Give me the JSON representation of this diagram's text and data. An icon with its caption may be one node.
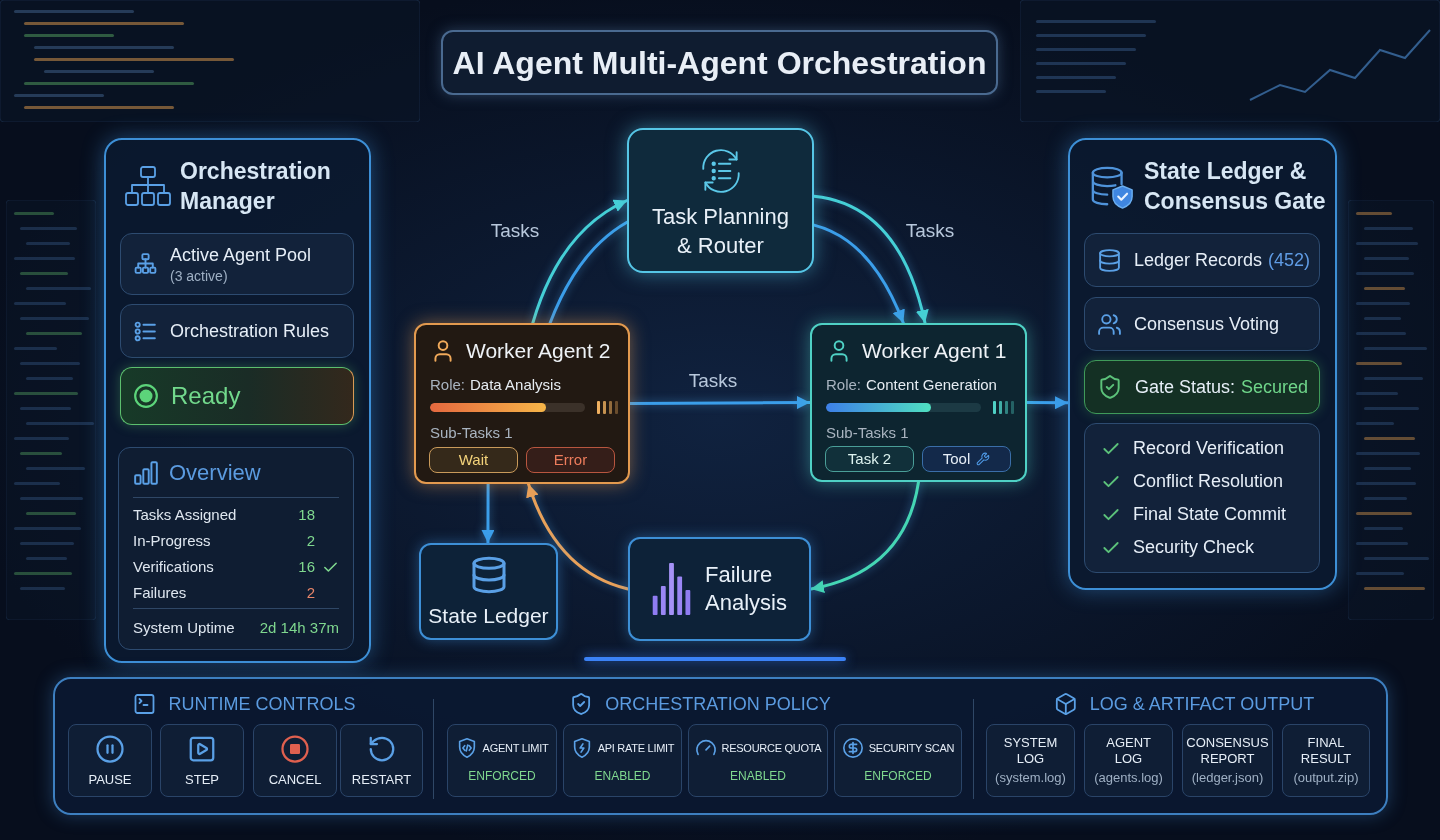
{
  "diagram": {
    "title": "AI Agent Multi-Agent Orchestration",
    "nodes": [
      {
        "text": [
          "Orchestration Manager"
        ]
      },
      {
        "text": [
          "Active Agent Pool",
          "(3 active)"
        ],
        "in": 0
      },
      {
        "text": [
          "Orchestration Rules"
        ],
        "in": 0
      },
      {
        "text": [
          "Ready"
        ],
        "in": 0
      },
      {
        "text": [
          "Overview",
          "Tasks Assigned",
          "18",
          "In-Progress",
          "2",
          "Verifications",
          "16",
          "Failures",
          "2",
          "System Uptime",
          "2d 14h 37m"
        ],
        "in": 0
      },
      {
        "text": [
          "Task Planning & Router"
        ]
      },
      {
        "text": [
          "Worker Agent 2",
          "Role:",
          "Data Analysis",
          "Sub-Tasks 1"
        ]
      },
      {
        "text": [
          "Wait"
        ],
        "in": 6
      },
      {
        "text": [
          "Error"
        ],
        "in": 6
      },
      {
        "text": [
          "Worker Agent 1",
          "Role:",
          "Content Generation",
          "Sub-Tasks 1"
        ]
      },
      {
        "text": [
          "Task 2"
        ],
        "in": 9
      },
      {
        "text": [
          "Tool"
        ],
        "in": 9
      },
      {
        "text": [
          "State Ledger"
        ]
      },
      {
        "text": [
          "Failure Analysis"
        ]
      },
      {
        "text": [
          "State Ledger & Consensus Gate"
        ]
      },
      {
        "text": [
          "Ledger Records",
          "(452)"
        ],
        "in": 14
      },
      {
        "text": [
          "Consensus Voting"
        ],
        "in": 14
      },
      {
        "text": [
          "Gate Status:",
          "Secured"
        ],
        "in": 14
      },
      {
        "text": [
          "Record Verification",
          "Conflict Resolution",
          "Final State Commit",
          "Security Check"
        ],
        "in": 14
      },
      {
        "text": [
          "RUNTIME CONTROLS",
          "ORCHESTRATION POLICY",
          "LOG & ARTIFACT OUTPUT"
        ]
      },
      {
        "text": [
          "PAUSE"
        ],
        "in": 19
      },
      {
        "text": [
          "STEP"
        ],
        "in": 19
      },
      {
        "text": [
          "CANCEL"
        ],
        "in": 19
      },
      {
        "text": [
          "RESTART"
        ],
        "in": 19
      },
      {
        "text": [
          "AGENT LIMIT",
          "ENFORCED"
        ],
        "in": 19
      },
      {
        "text": [
          "API RATE LIMIT",
          "ENABLED"
        ],
        "in": 19
      },
      {
        "text": [
          "RESOURCE QUOTA",
          "ENABLED"
        ],
        "in": 19
      },
      {
        "text": [
          "SECURITY SCAN",
          "ENFORCED"
        ],
        "in": 19
      },
      {
        "text": [
          "SYSTEM LOG",
          "(system.log)"
        ],
        "in": 19
      },
      {
        "text": [
          "AGENT LOG",
          "(agents.log)"
        ],
        "in": 19
      },
      {
        "text": [
          "CONSENSUS REPORT",
          "(ledger.json)"
        ],
        "in": 19
      },
      {
        "text": [
          "FINAL RESULT",
          "(output.zip)"
        ],
        "in": 19
      }
    ],
    "edges": [
      {
        "from": 6,
        "to": 5,
        "arrow": "to",
        "label": "Tasks",
        "color": "#45cfd6"
      },
      {
        "from": 6,
        "to": 5,
        "arrow": "none"
      },
      {
        "from": 5,
        "to": 9,
        "arrow": "to",
        "label": "Tasks",
        "color": "#45cfd6"
      },
      {
        "from": 5,
        "to": 9,
        "arrow": "to"
      },
      {
        "from": 6,
        "to": 9,
        "arrow": "to",
        "label": "Tasks"
      },
      {
        "from": 9,
        "to": 14,
        "arrow": "to"
      },
      {
        "from": 6,
        "to": 12,
        "arrow": "to"
      },
      {
        "from": 9,
        "to": 13,
        "arrow": "to",
        "color": "#45d6b4"
      },
      {
        "from": 13,
        "to": 6,
        "arrow": "to",
        "color": "#e8a15a"
      }
    ]
  }
}
